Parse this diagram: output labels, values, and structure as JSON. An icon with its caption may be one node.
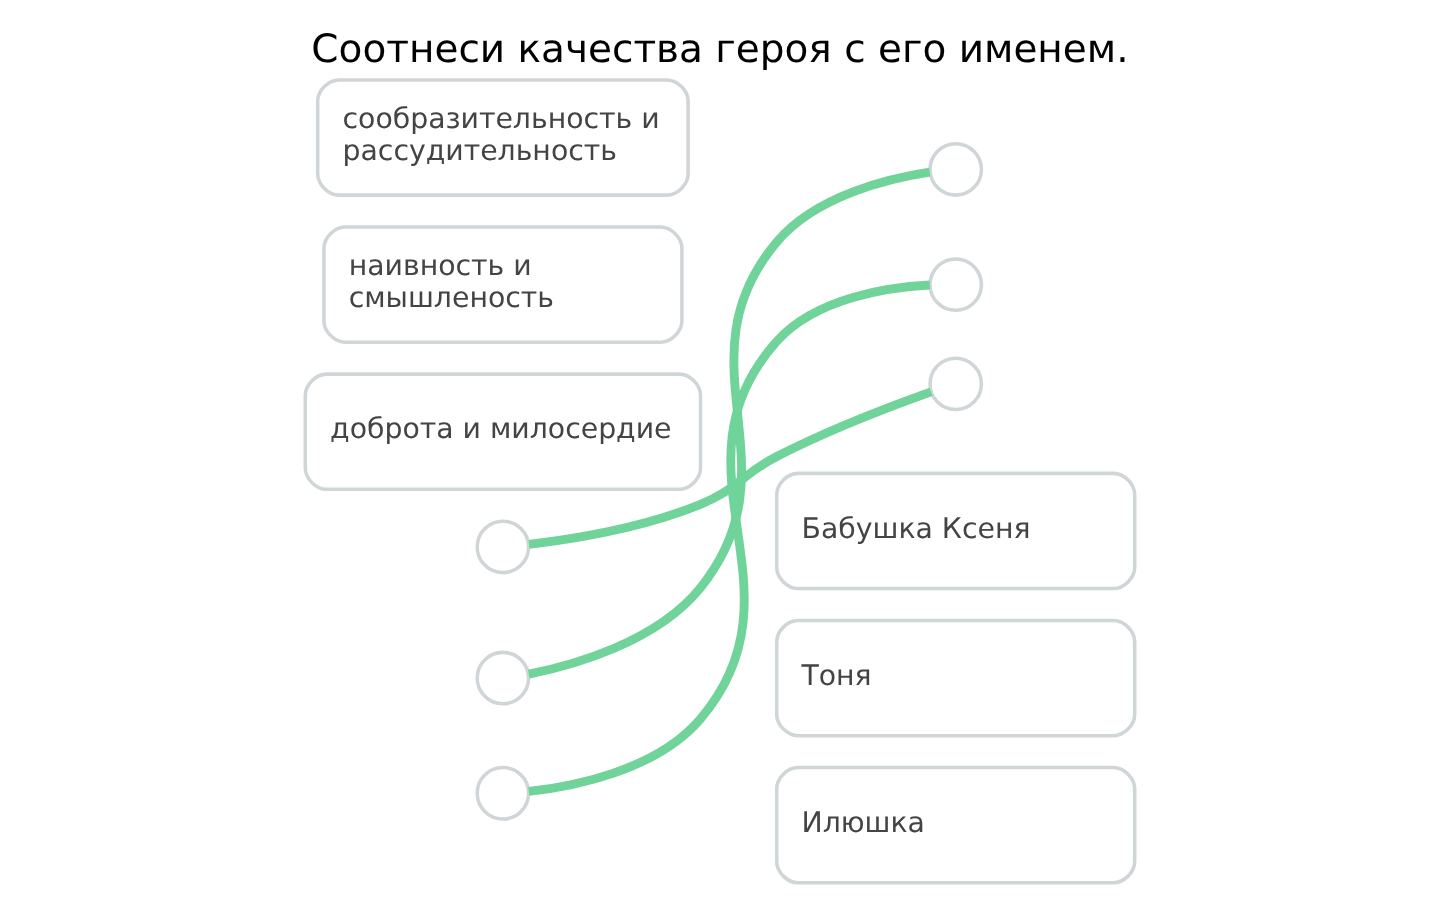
{
  "diagram": {
    "title": "Соотнеси качества героя с его именем.",
    "nodes": [
      {
        "text": [
          "сообразительность и рассудительность"
        ]
      },
      {
        "text": [
          "наивность и смышленость"
        ]
      },
      {
        "text": [
          "доброта и милосердие"
        ]
      },
      {
        "text": [],
        "shape": "circle"
      },
      {
        "text": [],
        "shape": "circle"
      },
      {
        "text": [],
        "shape": "circle"
      },
      {
        "text": [],
        "shape": "circle"
      },
      {
        "text": [],
        "shape": "circle"
      },
      {
        "text": [],
        "shape": "circle"
      },
      {
        "text": [
          "Бабушка Ксеня"
        ]
      },
      {
        "text": [
          "Тоня"
        ]
      },
      {
        "text": [
          "Илюшка"
        ]
      }
    ],
    "edges": [
      {
        "from": 3,
        "to": 7,
        "arrow": "none"
      },
      {
        "from": 4,
        "to": 8,
        "arrow": "none"
      },
      {
        "from": 5,
        "to": 6,
        "arrow": "none"
      }
    ]
  }
}
